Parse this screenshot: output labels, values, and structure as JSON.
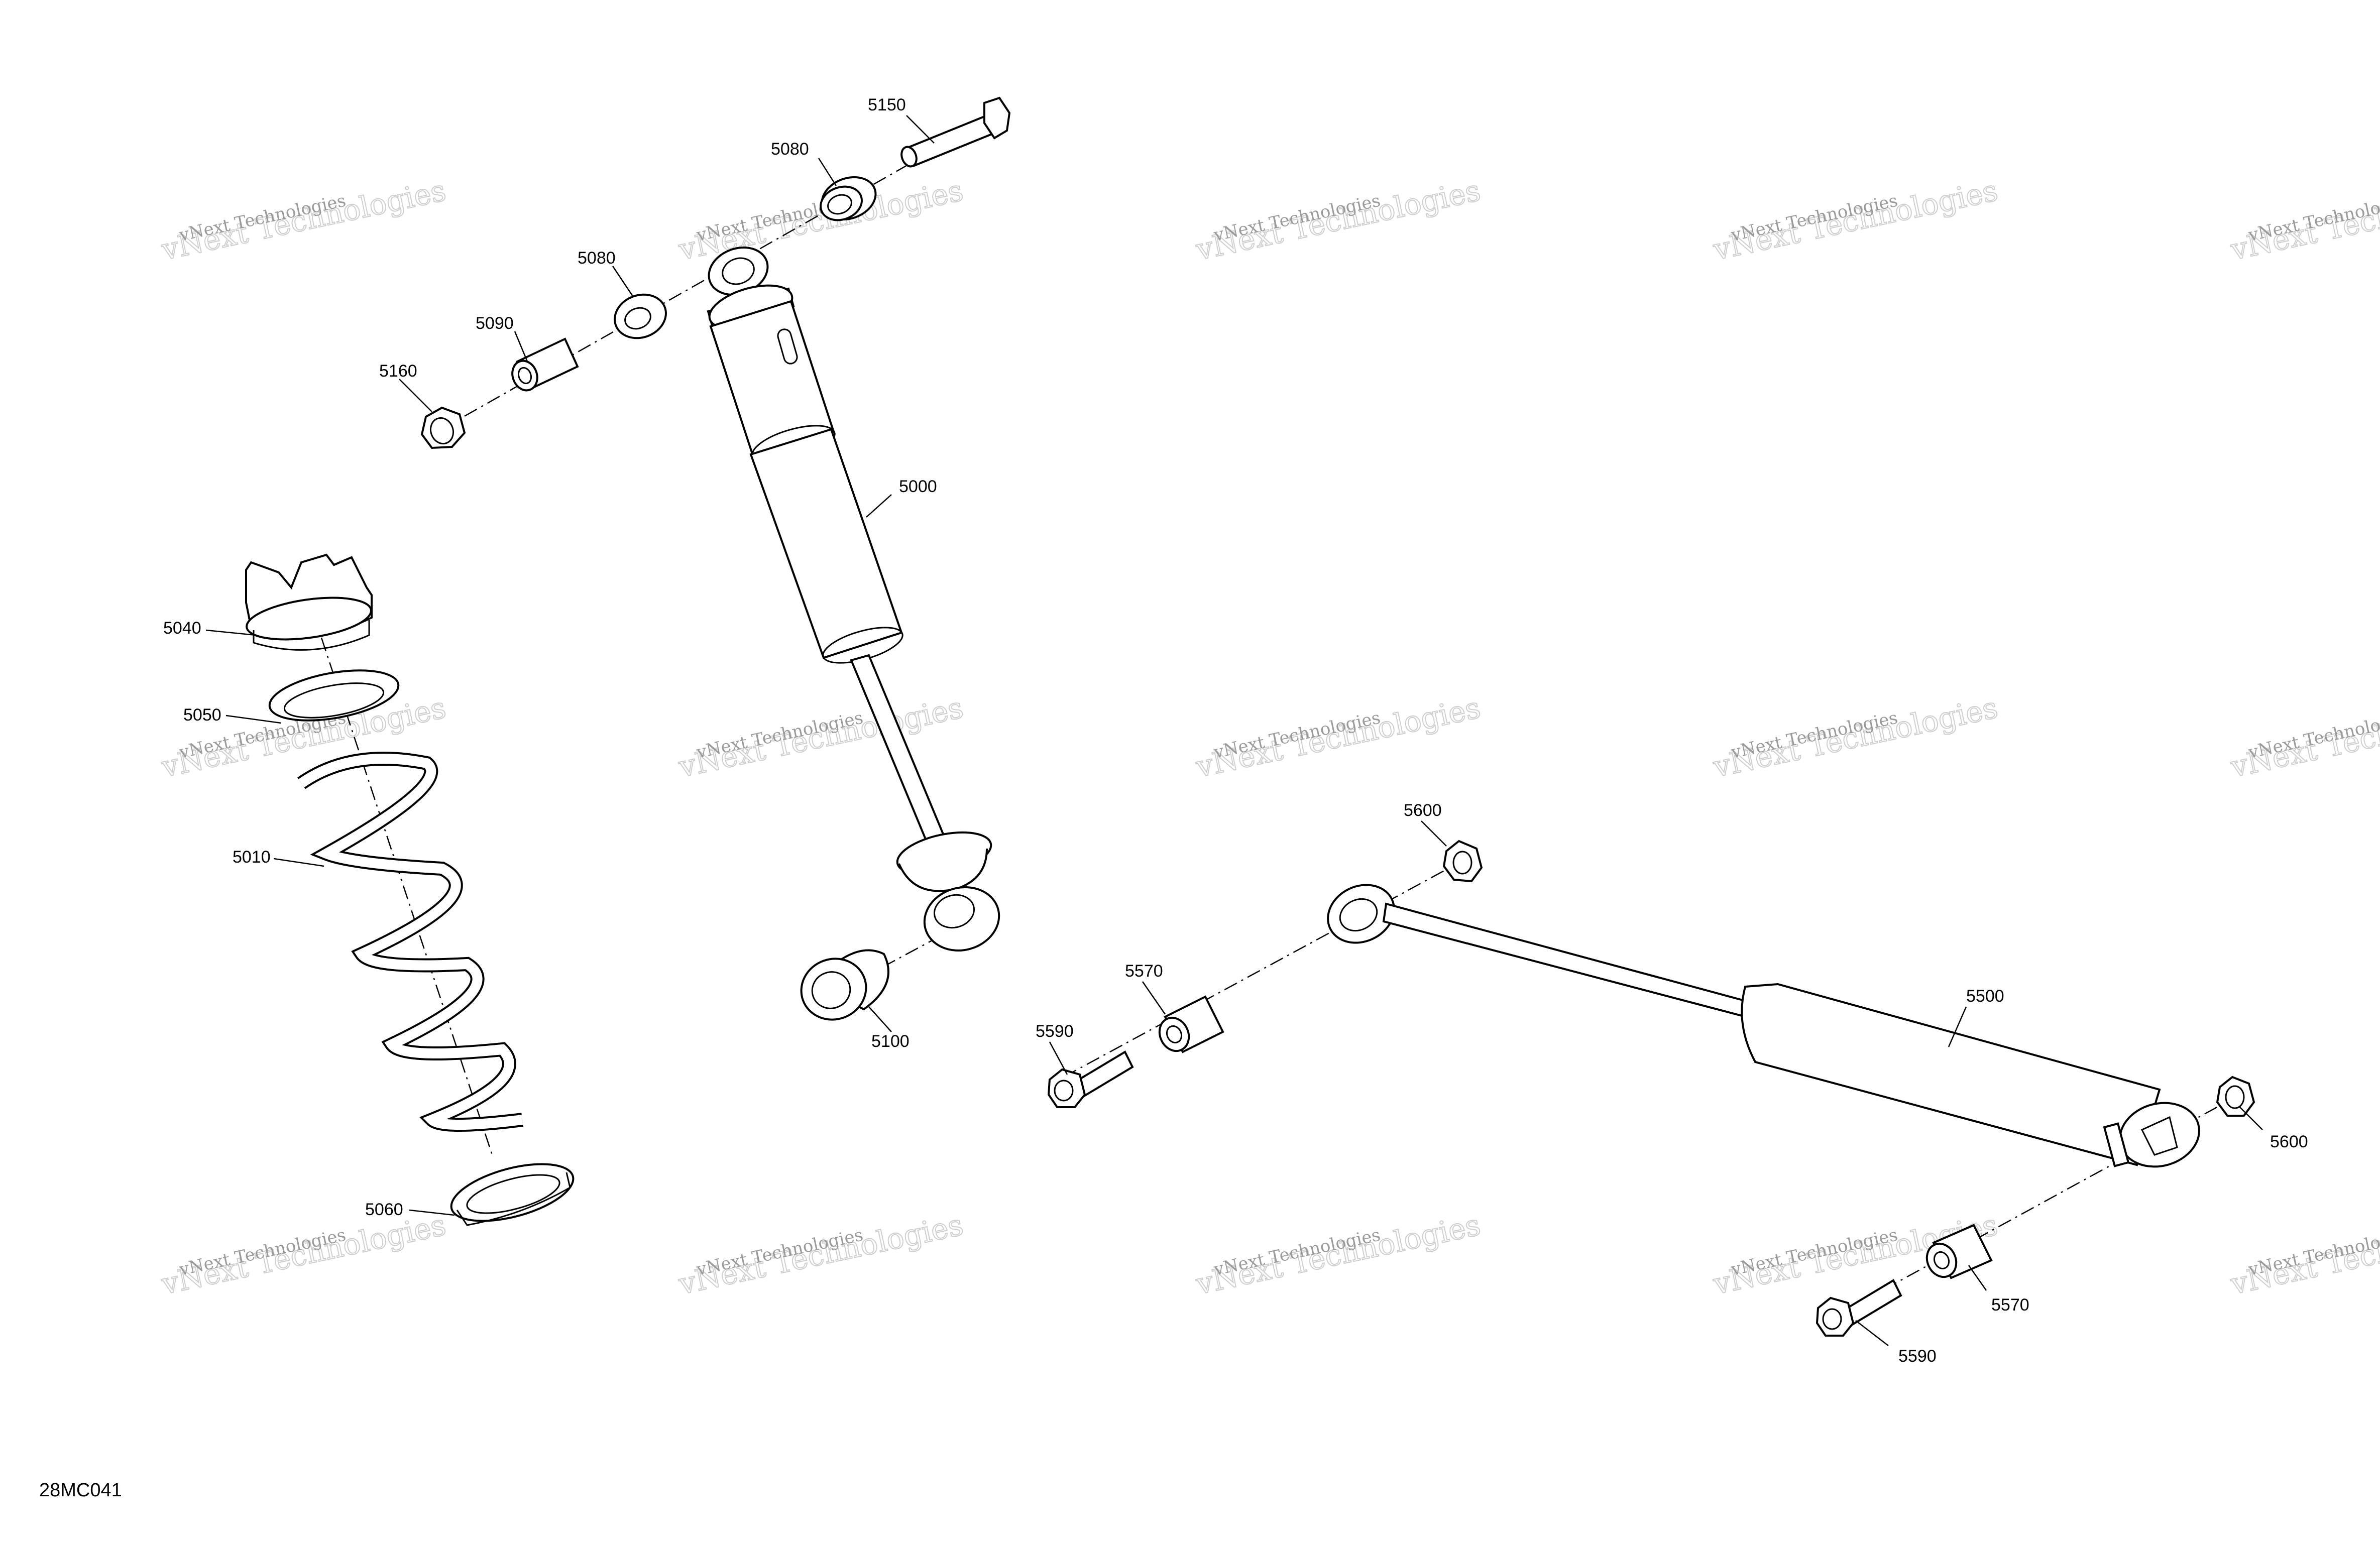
{
  "figure_id": "28MC041",
  "watermark": {
    "line1": "vNext Technologies",
    "line2": "vNext Technologies"
  },
  "callouts": {
    "p5150": "5150",
    "p5080a": "5080",
    "p5080b": "5080",
    "p5090": "5090",
    "p5160": "5160",
    "p5000": "5000",
    "p5040": "5040",
    "p5050": "5050",
    "p5010": "5010",
    "p5060": "5060",
    "p5100": "5100",
    "p5600a": "5600",
    "p5570a": "5570",
    "p5590a": "5590",
    "p5500": "5500",
    "p5600b": "5600",
    "p5570b": "5570",
    "p5590b": "5590"
  }
}
